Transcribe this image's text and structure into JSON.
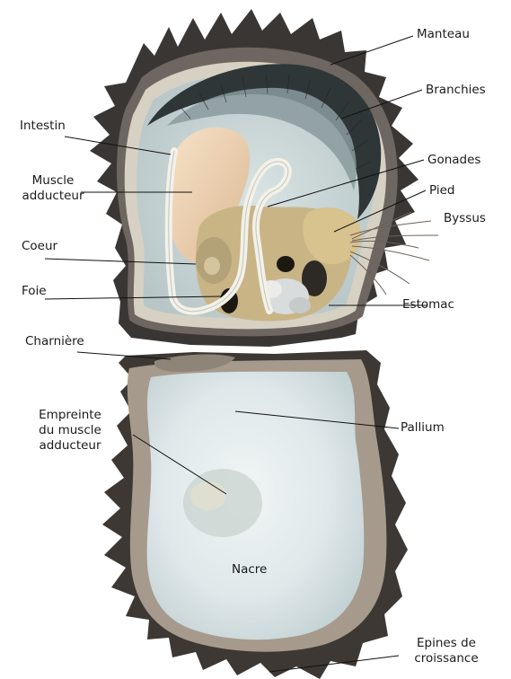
{
  "labels": {
    "manteau": "Manteau",
    "branchies": "Branchies",
    "intestin": "Intestin",
    "gonades": "Gonades",
    "muscle_adducteur": "Muscle\nadducteur",
    "pied": "Pied",
    "byssus": "Byssus",
    "coeur": "Coeur",
    "foie": "Foie",
    "estomac": "Estomac",
    "charniere": "Charnière",
    "empreinte": "Empreinte\ndu muscle\nadducteur",
    "pallium": "Pallium",
    "nacre": "Nacre",
    "epines": "Epines de\ncroissance"
  },
  "colors": {
    "shell_dark": "#3a3634",
    "nacre": "#dfe8ea",
    "gill": "#2f3638",
    "muscle": "#eccfae",
    "organ": "#c9b486",
    "intestine": "#f2f1ea",
    "leader_line": "#111111"
  }
}
